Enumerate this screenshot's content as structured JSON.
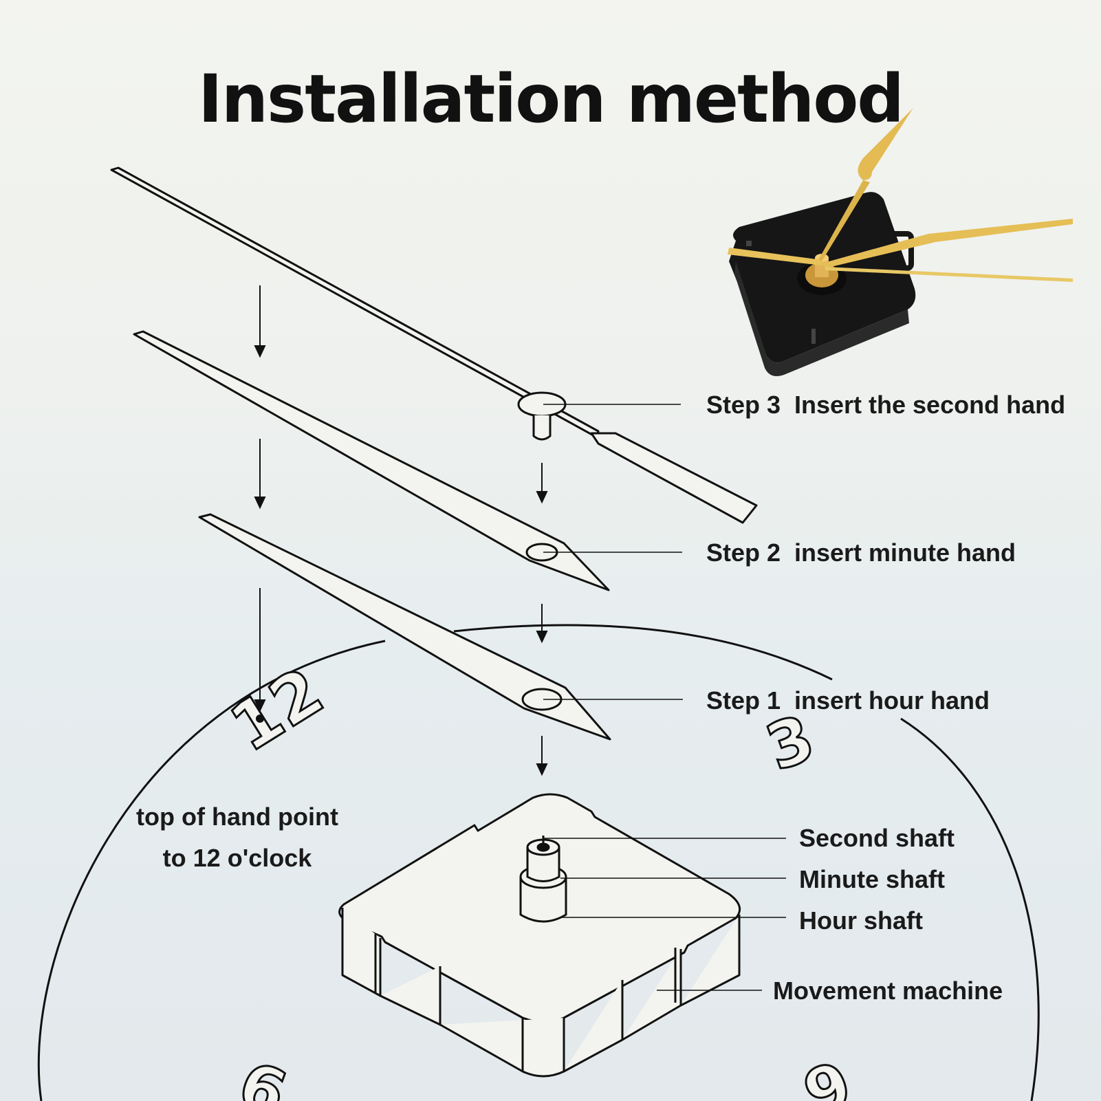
{
  "title": "Installation method",
  "steps": [
    {
      "number": "Step 3",
      "text": "Insert the second hand"
    },
    {
      "number": "Step 2",
      "text": "insert minute hand"
    },
    {
      "number": "Step 1",
      "text": "insert hour hand"
    }
  ],
  "shafts": {
    "second": "Second shaft",
    "minute": "Minute shaft",
    "hour": "Hour shaft",
    "movement": "Movement machine"
  },
  "note": {
    "line1": "top of hand point",
    "line2": "to 12 o'clock"
  },
  "dial_numbers": [
    "12",
    "3",
    "9",
    "6"
  ],
  "colors": {
    "line": "#111111",
    "gold": "#d9b24a",
    "movement_black": "#161616"
  }
}
